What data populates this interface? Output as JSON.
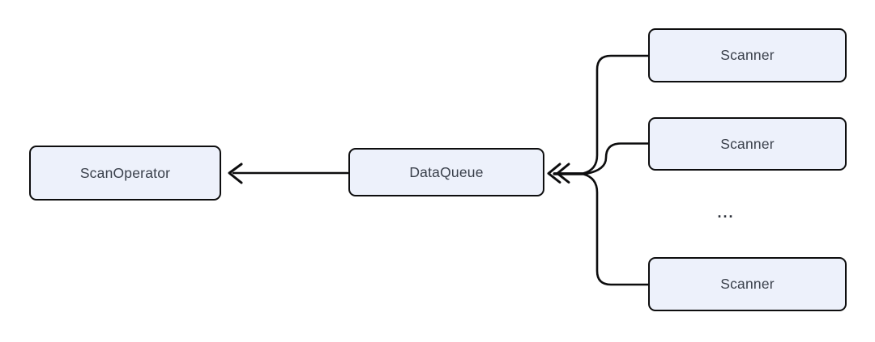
{
  "diagram": {
    "nodes": {
      "scan_operator": {
        "label": "ScanOperator"
      },
      "data_queue": {
        "label": "DataQueue"
      },
      "scanner_1": {
        "label": "Scanner"
      },
      "scanner_2": {
        "label": "Scanner"
      },
      "scanner_3": {
        "label": "Scanner"
      },
      "ellipsis": {
        "label": "..."
      }
    },
    "edges": [
      {
        "from": "data_queue",
        "to": "scan_operator",
        "style": "single-chevron-arrow"
      },
      {
        "from": "scanner_1",
        "to": "data_queue",
        "style": "merged-double-chevron-arrow"
      },
      {
        "from": "scanner_2",
        "to": "data_queue",
        "style": "merged-double-chevron-arrow"
      },
      {
        "from": "scanner_3",
        "to": "data_queue",
        "style": "merged-double-chevron-arrow"
      }
    ],
    "colors": {
      "background": "#ffffff",
      "node_fill": "#edf1fb",
      "node_border": "#0d0d0e",
      "edge_stroke": "#0d0d0e",
      "label_text": "#3a404b"
    }
  }
}
